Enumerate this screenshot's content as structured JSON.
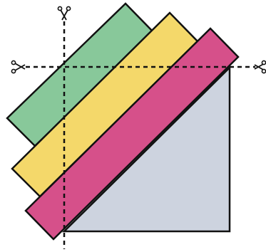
{
  "colors": {
    "background": "#ffffff",
    "triangle_fill": "#cdd3df",
    "strip_green": "#88c89a",
    "strip_yellow": "#f4d86a",
    "strip_pink": "#d6508a",
    "outline": "#111111",
    "cut_line": "#111111"
  },
  "shapes": [
    {
      "name": "gray-triangle",
      "fill_key": "triangle_fill"
    },
    {
      "name": "green-strip",
      "fill_key": "strip_green"
    },
    {
      "name": "yellow-strip",
      "fill_key": "strip_yellow"
    },
    {
      "name": "pink-strip",
      "fill_key": "strip_pink"
    }
  ],
  "cut_lines": [
    {
      "name": "vertical-cut-line",
      "style": "dashed"
    },
    {
      "name": "horizontal-cut-line",
      "style": "dashed"
    }
  ],
  "icons": [
    {
      "name": "scissors-icon-top"
    },
    {
      "name": "scissors-icon-left"
    },
    {
      "name": "scissors-icon-right"
    }
  ]
}
